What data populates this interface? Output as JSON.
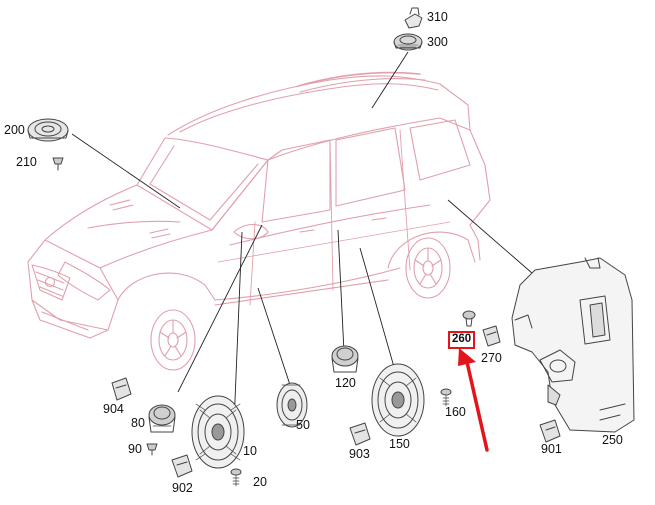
{
  "diagram": {
    "line_color": "#e0a0ab",
    "part_color": "#444444",
    "leader_color": "#222222",
    "highlight_color": "#e3141b",
    "callouts": {
      "c310": "310",
      "c300": "300",
      "c200": "200",
      "c210": "210",
      "c260": "260",
      "c270": "270",
      "c904": "904",
      "c80": "80",
      "c90": "90",
      "c10": "10",
      "c902": "902",
      "c20": "20",
      "c50": "50",
      "c120": "120",
      "c150": "150",
      "c160": "160",
      "c903": "903",
      "c250": "250",
      "c901": "901"
    },
    "highlighted_callout": "260"
  }
}
